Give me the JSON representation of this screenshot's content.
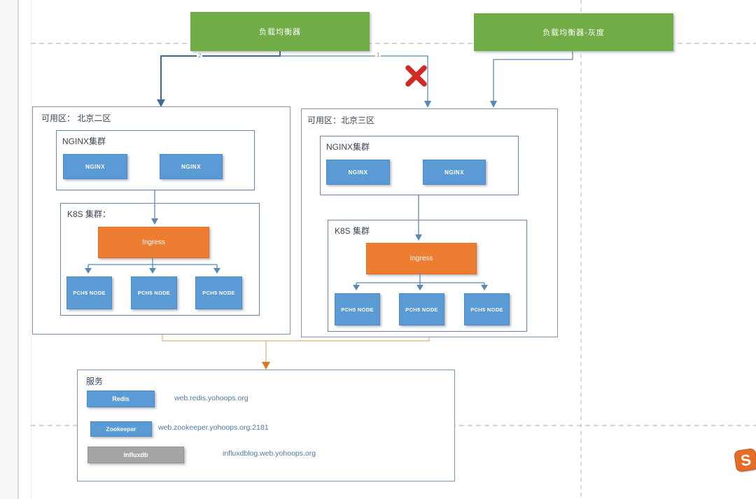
{
  "load_balancers": {
    "primary": "负载均衡器",
    "gray": "负载均衡器-灰度"
  },
  "edges": {
    "to_zone3_label": "1",
    "to_zone2_label": "2"
  },
  "zones": [
    {
      "title": "可用区： 北京二区",
      "nginx": {
        "title": "NGINX集群",
        "nodes": [
          "NGINX",
          "NGINX"
        ]
      },
      "k8s": {
        "title": "K8S 集群：",
        "ingress": "Ingress",
        "nodes": [
          "PCH5 NODE",
          "PCH5 NODE",
          "PCH5 NODE"
        ]
      }
    },
    {
      "title": "可用区：北京三区",
      "nginx": {
        "title": "NGINX集群",
        "nodes": [
          "NGINX",
          "NGINX"
        ]
      },
      "k8s": {
        "title": "K8S 集群",
        "ingress": "Ingress",
        "nodes": [
          "PCH5 NODE",
          "PCH5 NODE",
          "PCH5 NODE"
        ]
      }
    }
  ],
  "services": {
    "title": "服务",
    "items": [
      {
        "label": "Redis",
        "endpoint": "web.redis.yohoops.org"
      },
      {
        "label": "Zookeeper",
        "endpoint": "web.zookeeper.yohoops.org:2181"
      },
      {
        "label": "influxdb",
        "endpoint": "influxdblog.web.yohoops.org"
      }
    ]
  },
  "watermark": {
    "letter": "S"
  },
  "colors": {
    "shape_green": "#70AD47",
    "shape_blue": "#5B9BD5",
    "shape_orange": "#ED7D31",
    "shape_gray": "#A5A5A5",
    "connector_blue": "#41719C",
    "connector_orange": "#E8B97E",
    "blocked_red": "#D12A26"
  }
}
